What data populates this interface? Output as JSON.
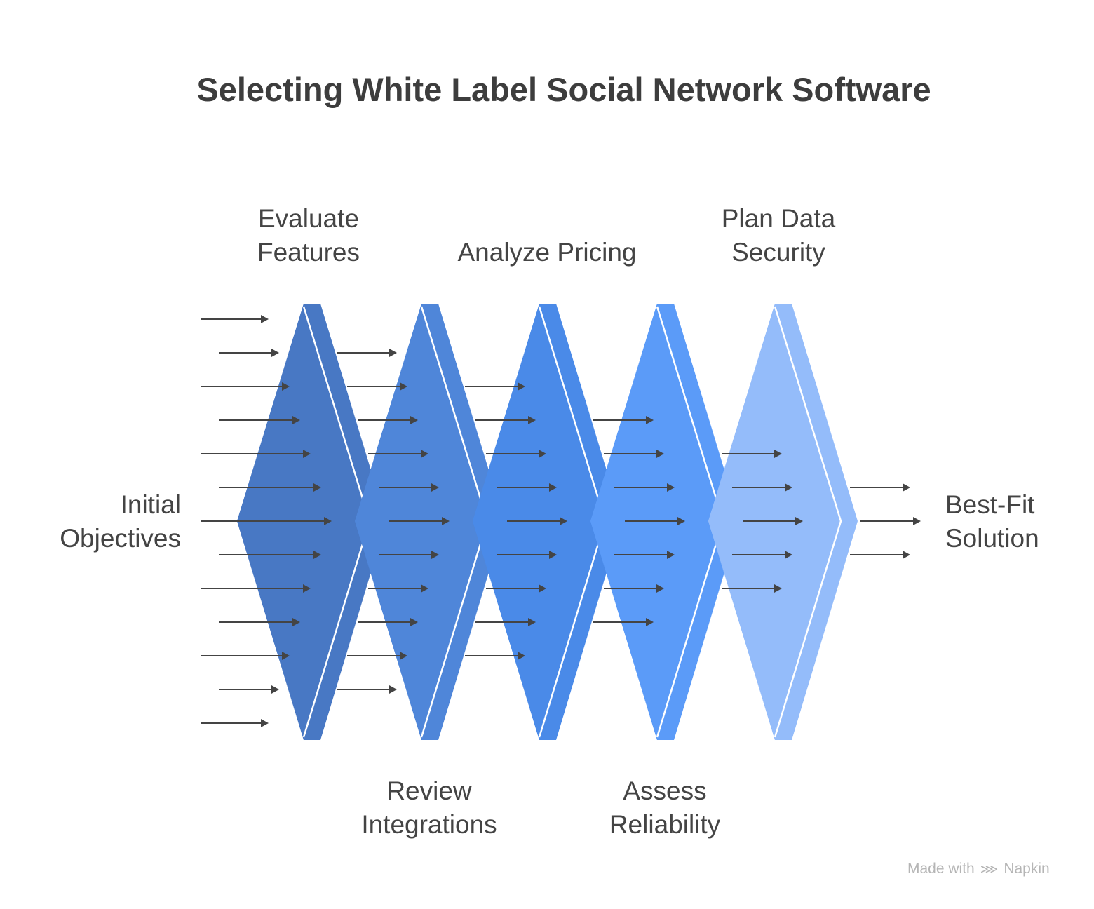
{
  "title": "Selecting White Label Social Network Software",
  "start_label": [
    "Initial",
    "Objectives"
  ],
  "end_label": [
    "Best-Fit",
    "Solution"
  ],
  "stages": [
    {
      "label": [
        "Evaluate",
        "Features"
      ],
      "color": "#4878c4",
      "position": "top"
    },
    {
      "label": [
        "Review",
        "Integrations"
      ],
      "color": "#4f86d9",
      "position": "bottom"
    },
    {
      "label": [
        "Analyze Pricing"
      ],
      "color": "#4a8ae8",
      "position": "top"
    },
    {
      "label": [
        "Assess",
        "Reliability"
      ],
      "color": "#5b9bf8",
      "position": "bottom"
    },
    {
      "label": [
        "Plan Data",
        "Security"
      ],
      "color": "#94bcfa",
      "position": "top"
    }
  ],
  "arrow_color": "#444444",
  "watermark": {
    "prefix": "Made with",
    "brand": "Napkin"
  }
}
